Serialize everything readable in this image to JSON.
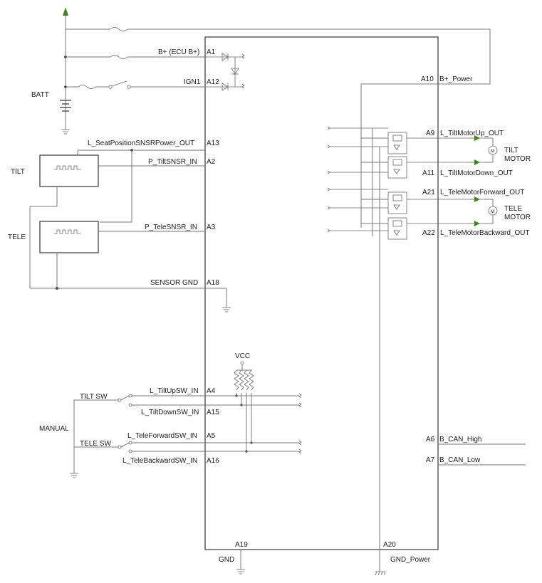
{
  "diagram": {
    "power": {
      "batt": "BATT",
      "b_plus": "B+ (ECU B+)",
      "ign1": "IGN1",
      "b_power": "B+_Power",
      "pins": {
        "a1": "A1",
        "a12": "A12",
        "a10": "A10"
      }
    },
    "sensors": {
      "tilt": "TILT",
      "tele": "TELE",
      "power_out": "L_SeatPositionSNSRPower_OUT",
      "tilt_in": "P_TiltSNSR_IN",
      "tele_in": "P_TeleSNSR_IN",
      "gnd": "SENSOR GND",
      "pins": {
        "a13": "A13",
        "a2": "A2",
        "a3": "A3",
        "a18": "A18"
      }
    },
    "motors": {
      "tilt_up": "L_TiltMotorUp_OUT",
      "tilt_down": "L_TiltMotorDown_OUT",
      "tele_fwd": "L_TeleMotorForward_OUT",
      "tele_back": "L_TeleMotorBackward_OUT",
      "tilt_motor_1": "TILT",
      "tilt_motor_2": "MOTOR",
      "tele_motor_1": "TELE",
      "tele_motor_2": "MOTOR",
      "pins": {
        "a9": "A9",
        "a11": "A11",
        "a21": "A21",
        "a22": "A22"
      }
    },
    "switches": {
      "manual": "MANUAL",
      "tilt_sw": "TILT SW",
      "tele_sw": "TELE SW",
      "vcc": "VCC",
      "tilt_up": "L_TiltUpSW_IN",
      "tilt_down": "L_TiltDownSW_IN",
      "tele_fwd": "L_TeleForwardSW_IN",
      "tele_back": "L_TeleBackwardSW_IN",
      "pins": {
        "a4": "A4",
        "a15": "A15",
        "a5": "A5",
        "a16": "A16"
      }
    },
    "can": {
      "high": "B_CAN_High",
      "low": "B_CAN_Low",
      "pins": {
        "a6": "A6",
        "a7": "A7"
      }
    },
    "ground": {
      "gnd": "GND",
      "gnd_power": "GND_Power",
      "pins": {
        "a19": "A19",
        "a20": "A20"
      }
    }
  },
  "colors": {
    "arrow_green": "#3a8a1e",
    "wire": "#7a7a7a",
    "frame": "#444444"
  }
}
